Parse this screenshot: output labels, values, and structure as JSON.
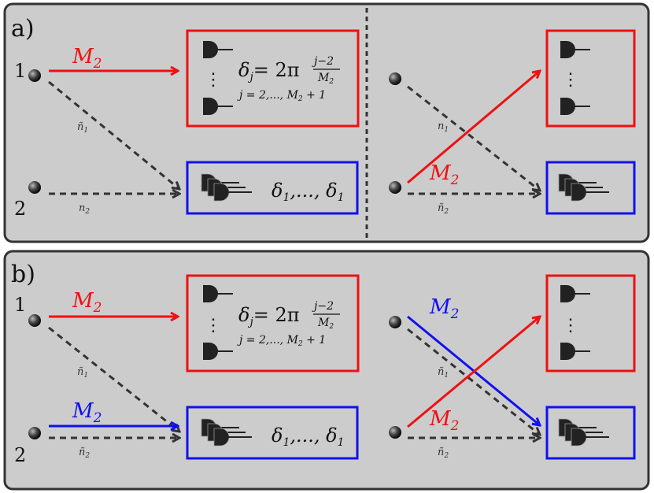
{
  "colors": {
    "panel_bg": "#cccccc",
    "panel_border": "#333333",
    "red": "#ee1111",
    "blue": "#1111ee",
    "dashed": "#333333",
    "detector": "#222222"
  },
  "panel_a": {
    "label": "a)",
    "left": {
      "mode1_label": "1",
      "mode2_label": "2",
      "arrow_red_label": "M",
      "arrow_red_sub": "2",
      "dash1_label": "ñ",
      "dash1_sub": "1",
      "dash2_label": "n",
      "dash2_sub": "2",
      "red_box_formula": "δ",
      "red_box_formula_sub": "j",
      "red_box_formula_rhs": "= 2π",
      "red_box_frac_num": "j−2",
      "red_box_frac_den": "M",
      "red_box_frac_den_sub": "2",
      "red_box_range": "j = 2,..., M",
      "red_box_range_sub": "2",
      "red_box_range_tail": " + 1",
      "blue_box_text": "δ",
      "blue_box_sub1": "1",
      "blue_box_mid": ",..., δ",
      "blue_box_sub2": "1"
    },
    "right": {
      "arrow_red_label": "M",
      "arrow_red_sub": "2",
      "dash1_label": "n",
      "dash1_sub": "1",
      "dash2_label": "ñ",
      "dash2_sub": "2"
    }
  },
  "panel_b": {
    "label": "b)",
    "left": {
      "mode1_label": "1",
      "mode2_label": "2",
      "arrow_red_label": "M",
      "arrow_red_sub": "2",
      "arrow_blue_label": "M",
      "arrow_blue_sub": "2",
      "dash1_label": "ñ",
      "dash1_sub": "1",
      "dash2_label": "ñ",
      "dash2_sub": "2",
      "red_box_formula": "δ",
      "red_box_formula_sub": "j",
      "red_box_formula_rhs": "= 2π",
      "red_box_frac_num": "j−2",
      "red_box_frac_den": "M",
      "red_box_frac_den_sub": "2",
      "red_box_range": "j = 2,..., M",
      "red_box_range_sub": "2",
      "red_box_range_tail": " + 1",
      "blue_box_text": "δ",
      "blue_box_sub1": "1",
      "blue_box_mid": ",..., δ",
      "blue_box_sub2": "1"
    },
    "right": {
      "arrow_red_label": "M",
      "arrow_red_sub": "2",
      "arrow_blue_label": "M",
      "arrow_blue_sub": "2",
      "dash1_label": "ñ",
      "dash1_sub": "1",
      "dash2_label": "ñ",
      "dash2_sub": "2"
    }
  }
}
